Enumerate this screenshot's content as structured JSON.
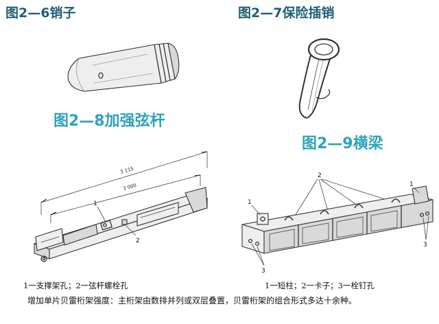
{
  "figures": {
    "pin": {
      "title": "图2—6销子"
    },
    "safety_pin": {
      "title": "图2—7保险插销"
    },
    "chord": {
      "title": "图2—8加强弦杆",
      "dimension_outer": "3 115",
      "dimension_inner": "3 000",
      "callouts": [
        "1",
        "2"
      ],
      "caption": "1一支撑架孔；2一弦杆螺栓孔"
    },
    "beam": {
      "title": "图2—9横梁",
      "callouts": [
        "1",
        "2",
        "1",
        "3",
        "3"
      ],
      "caption": "1一短柱；2一卡子；3一栓钉孔"
    }
  },
  "paragraph": "增加单片贝雷桁架强度：主桁架由数排并列或双层叠置，贝雷桁架的组合形式多达十余种。"
}
